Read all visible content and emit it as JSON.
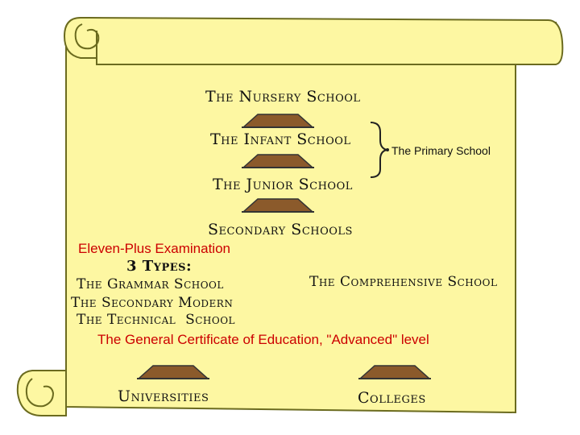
{
  "scroll": {
    "paper_color": "#fdf7a2",
    "edge_color": "#6b6b1f"
  },
  "levels": {
    "nursery": "The Nursery School",
    "infant": "The Infant School",
    "junior": "The Junior School",
    "primary_group": "The Primary School",
    "secondary": "Secondary Schools"
  },
  "exam": "Eleven-Plus Examination",
  "types_label": "3 Types:",
  "school_types": {
    "grammar": "The Grammar School",
    "secondary_modern": "The Secondary Modern",
    "technical": "The Technical  School",
    "comprehensive": "The Comprehensive School"
  },
  "certificate": "The General Certificate of Education, \"Advanced\" level",
  "higher": {
    "universities": "Universities",
    "colleges": "Colleges"
  },
  "colors": {
    "accent_red": "#cc0000",
    "arrow_fill": "#8b5a2b"
  }
}
